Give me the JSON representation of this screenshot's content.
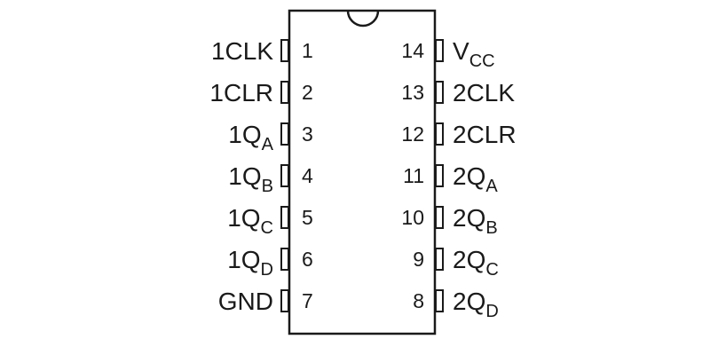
{
  "chip": {
    "left_pins": [
      {
        "number": "1",
        "base": "1CLK",
        "sub": ""
      },
      {
        "number": "2",
        "base": "1CLR",
        "sub": ""
      },
      {
        "number": "3",
        "base": "1Q",
        "sub": "A"
      },
      {
        "number": "4",
        "base": "1Q",
        "sub": "B"
      },
      {
        "number": "5",
        "base": "1Q",
        "sub": "C"
      },
      {
        "number": "6",
        "base": "1Q",
        "sub": "D"
      },
      {
        "number": "7",
        "base": "GND",
        "sub": ""
      }
    ],
    "right_pins": [
      {
        "number": "14",
        "base": "V",
        "sub": "CC"
      },
      {
        "number": "13",
        "base": "2CLK",
        "sub": ""
      },
      {
        "number": "12",
        "base": "2CLR",
        "sub": ""
      },
      {
        "number": "11",
        "base": "2Q",
        "sub": "A"
      },
      {
        "number": "10",
        "base": "2Q",
        "sub": "B"
      },
      {
        "number": "9",
        "base": "2Q",
        "sub": "C"
      },
      {
        "number": "8",
        "base": "2Q",
        "sub": "D"
      }
    ]
  },
  "colors": {
    "stroke": "#1a1a1a",
    "text": "#1a1a1a",
    "background": "#ffffff"
  }
}
